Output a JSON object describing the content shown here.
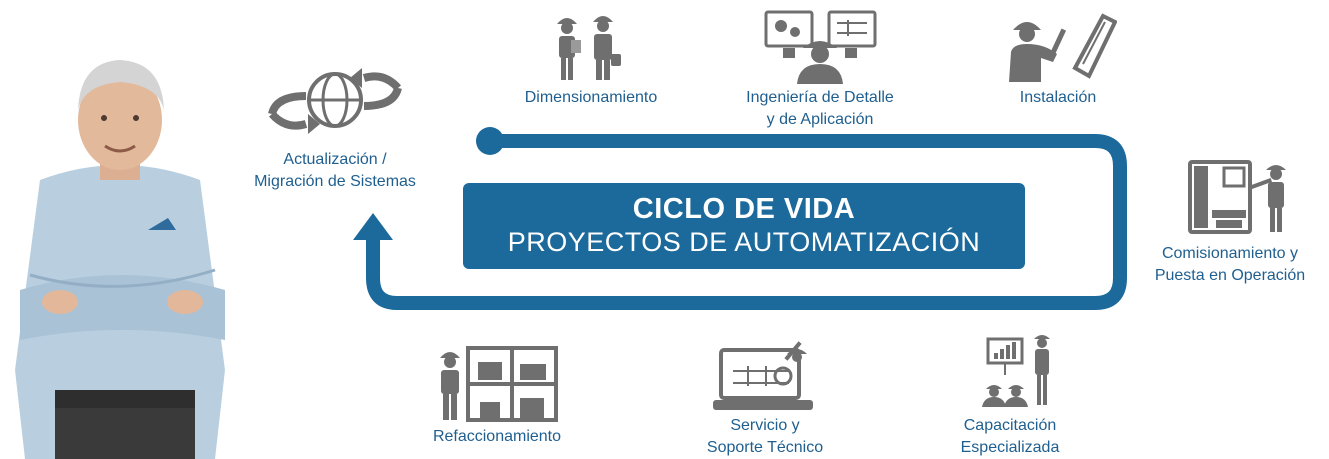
{
  "center": {
    "title": "CICLO DE VIDA",
    "subtitle": "PROYECTOS DE AUTOMATIZACIÓN"
  },
  "stages": [
    {
      "icon": "engineers-icon",
      "label_lines": [
        "Dimensionamiento"
      ]
    },
    {
      "icon": "engineering-monitors-icon",
      "label_lines": [
        "Ingeniería de Detalle",
        "y de Aplicación"
      ]
    },
    {
      "icon": "installer-icon",
      "label_lines": [
        "Instalación"
      ]
    },
    {
      "icon": "commissioning-icon",
      "label_lines": [
        "Comisionamiento y",
        "Puesta en Operación"
      ]
    },
    {
      "icon": "training-icon",
      "label_lines": [
        "Capacitación",
        "Especializada"
      ]
    },
    {
      "icon": "laptop-support-icon",
      "label_lines": [
        "Servicio y",
        "Soporte Técnico"
      ]
    },
    {
      "icon": "spare-parts-icon",
      "label_lines": [
        "Refaccionamiento"
      ]
    },
    {
      "icon": "globe-update-icon",
      "label_lines": [
        "Actualización /",
        "Migración de Sistemas"
      ]
    }
  ],
  "colors": {
    "loop": "#1c6a9b",
    "label": "#1f5f8f",
    "icon": "#6f6f6f"
  }
}
